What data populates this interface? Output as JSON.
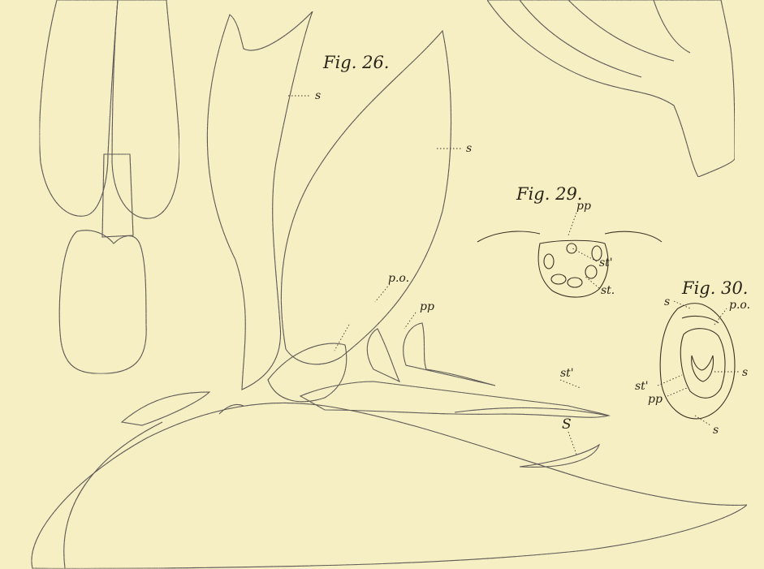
{
  "figures": {
    "fig26": {
      "title": "Fig. 26.",
      "labels": {
        "s_upper": "s",
        "s_right": "s",
        "po": "p.o.",
        "pp": "pp",
        "st_prime": "st'",
        "S_lower": "S"
      }
    },
    "fig29": {
      "title": "Fig. 29.",
      "labels": {
        "pp": "pp",
        "st_prime": "st'",
        "st": "st."
      }
    },
    "fig30": {
      "title": "Fig. 30.",
      "labels": {
        "s_top": "s",
        "po": "p.o.",
        "s_right": "s",
        "st_prime": "st'",
        "pp": "pp",
        "s_bottom": "s"
      }
    }
  },
  "colors": {
    "paper": "#f7efc4",
    "ink": "#3b3325",
    "shade": "#8a8068"
  }
}
